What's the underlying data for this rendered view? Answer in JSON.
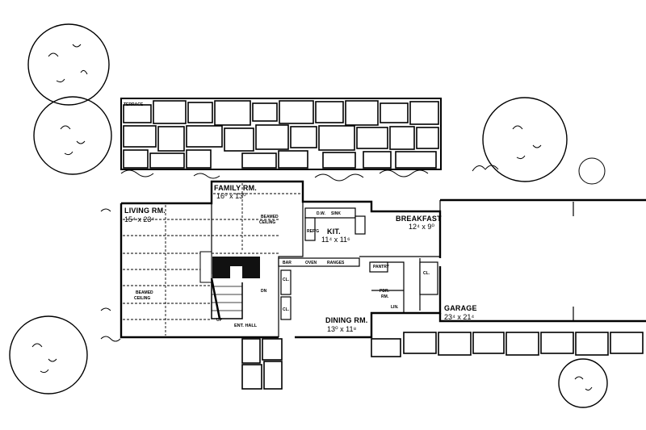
{
  "plan": {
    "labels": {
      "terrace": "TERRACE",
      "living_name": "LIVING RM.",
      "living_dim": "15⁴ x 23⁴",
      "family_name": "FAMILY RM.",
      "family_dim": "16⁰ x 13⁰",
      "beamed_family_1": "BEAMED",
      "beamed_family_2": "CEILING",
      "beamed_living_1": "BEAMED",
      "beamed_living_2": "CEILING",
      "kit_name": "KIT.",
      "kit_dim": "11⁴ x 11⁶",
      "breakfast_name": "BREAKFAST",
      "breakfast_dim": "12⁴ x 9⁰",
      "dining_name": "DINING RM.",
      "dining_dim": "13⁰ x 11⁸",
      "garage_name": "GARAGE",
      "garage_dim": "23⁴ x 21⁴",
      "ent_hall": "ENT. HALL",
      "up": "UP",
      "dn": "DN",
      "bar": "BAR",
      "oven": "OVEN",
      "ranges": "RANGES",
      "dw": "D.W.",
      "sink": "SINK",
      "ref": "REF'G",
      "pantry": "PANTRY",
      "cl": "CL.",
      "pdr": "PDR.",
      "rm": "RM.",
      "lin": "LIN."
    }
  }
}
